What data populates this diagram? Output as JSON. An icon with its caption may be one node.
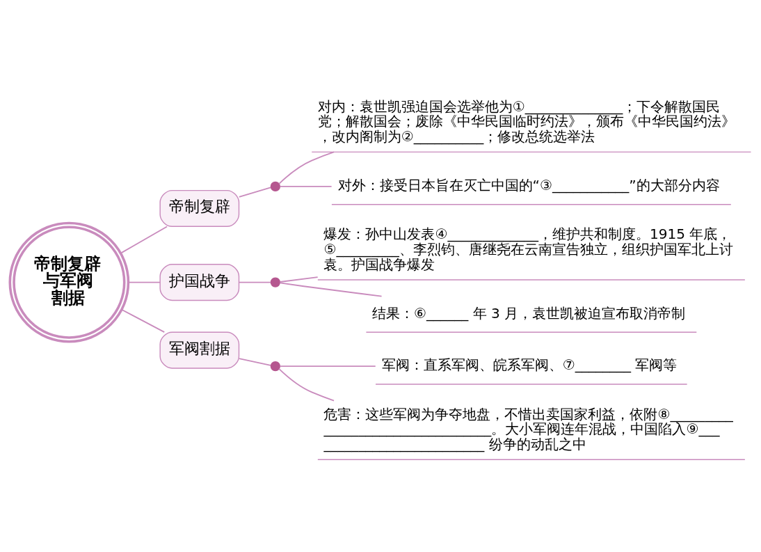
{
  "diagram": {
    "nodes": [
      {
        "text": [
          "帝制复辟与军阀割据"
        ]
      },
      {
        "text": [
          "帝制复辟"
        ]
      },
      {
        "text": [],
        "shape": "circle"
      },
      {
        "text": [
          "对内：袁世凯强迫国会选举他为①______________；下令解散国民党；解散国会；废除《中华民国临时约法》，颁布《中华民国约法》，改内阁制为②__________；修改总统选举法"
        ]
      },
      {
        "text": [
          "对外：接受日本旨在灭亡中国的“③___________”的大部分内容"
        ]
      },
      {
        "text": [
          "护国战争"
        ]
      },
      {
        "text": [],
        "shape": "circle"
      },
      {
        "text": [
          "爆发：孙中山发表④_____________，维护共和制度。1915 年底，⑤_________、李烈钧、唐继尧在云南宣告独立，组织护国军北上讨袁。护国战争爆发"
        ]
      },
      {
        "text": [
          "结果：⑥______ 年 3 月，袁世凯被迫宣布取消帝制"
        ]
      },
      {
        "text": [
          "军阀割据"
        ]
      },
      {
        "text": [],
        "shape": "circle"
      },
      {
        "text": [
          "军阀：直系军阀、皖系军阀、⑦________ 军阀等"
        ]
      },
      {
        "text": [
          "危害：这些军阀为争夺地盘，不惜出卖国家利益，依附⑧_________________________________。大小军阀连年混战，中国陷入⑨__________________________ 纷争的动乱之中"
        ]
      }
    ],
    "edges": [
      {
        "from": 0,
        "to": 1,
        "arrow": "none"
      },
      {
        "from": 1,
        "to": 2,
        "arrow": "none"
      },
      {
        "from": 2,
        "to": 3,
        "arrow": "none"
      },
      {
        "from": 2,
        "to": 4,
        "arrow": "none"
      },
      {
        "from": 0,
        "to": 5,
        "arrow": "none"
      },
      {
        "from": 5,
        "to": 6,
        "arrow": "none"
      },
      {
        "from": 6,
        "to": 7,
        "arrow": "none"
      },
      {
        "from": 6,
        "to": 8,
        "arrow": "none"
      },
      {
        "from": 0,
        "to": 9,
        "arrow": "none"
      },
      {
        "from": 9,
        "to": 10,
        "arrow": "none"
      },
      {
        "from": 10,
        "to": 11,
        "arrow": "none"
      },
      {
        "from": 10,
        "to": 12,
        "arrow": "none"
      }
    ]
  }
}
